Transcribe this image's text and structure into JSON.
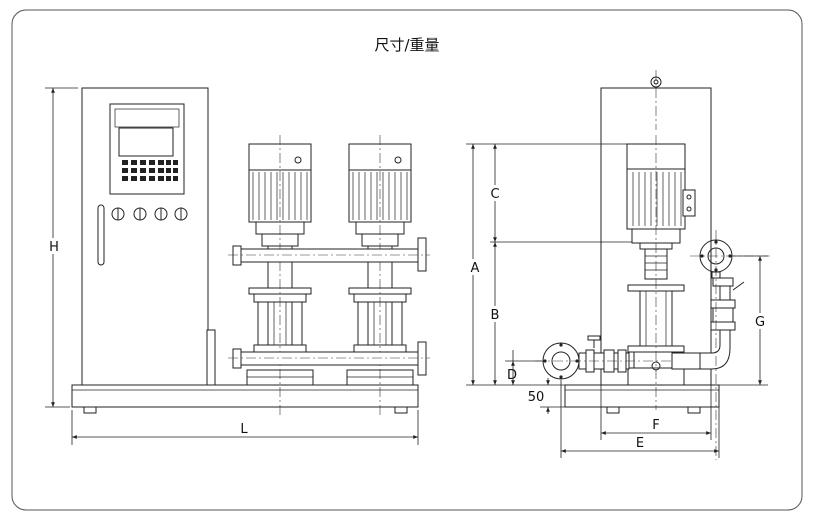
{
  "title": "尺寸/重量",
  "dimensions": {
    "H": "H",
    "L": "L",
    "A": "A",
    "B": "B",
    "C": "C",
    "D": "D",
    "fifty": "50",
    "F": "F",
    "E": "E",
    "G": "G"
  }
}
